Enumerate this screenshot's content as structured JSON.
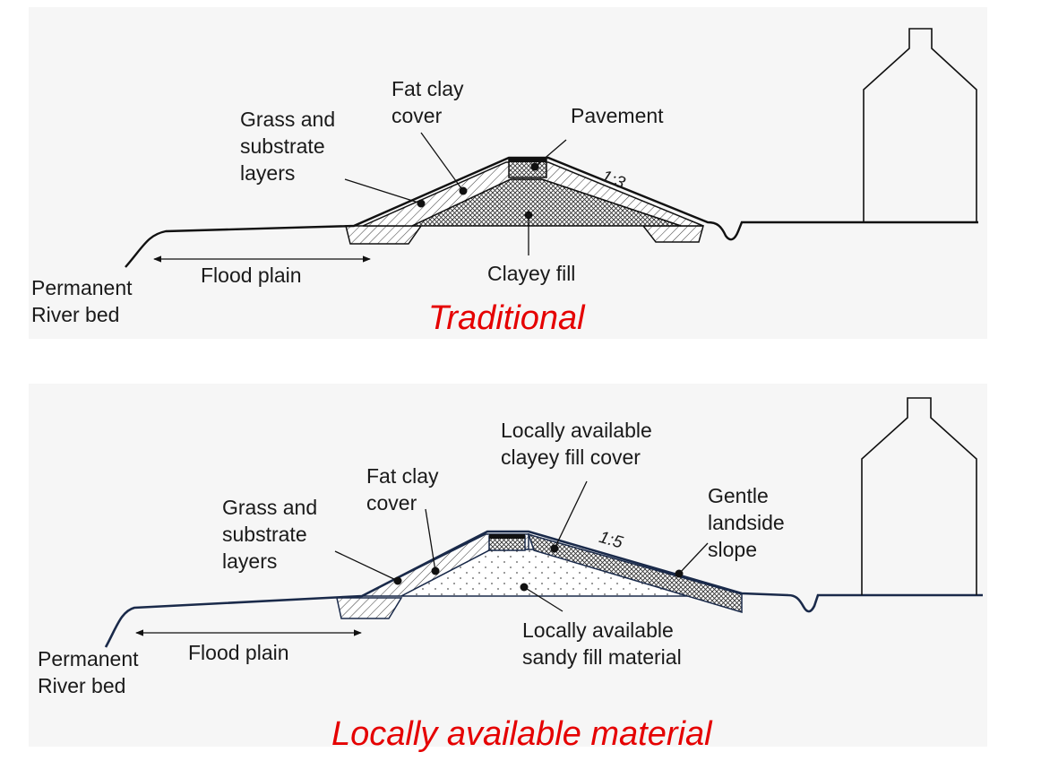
{
  "colors": {
    "caption": "#e50000",
    "outline": "#111111",
    "outline_navy": "#1a2a4a",
    "background": "#f6f6f6"
  },
  "traditional": {
    "caption": "Traditional",
    "labels": {
      "grass": "Grass and\nsubstrate\nlayers",
      "fat_clay": "Fat clay\ncover",
      "pavement": "Pavement",
      "slope_ratio": "1:3",
      "clayey_fill": "Clayey fill",
      "flood_plain": "Flood plain",
      "river_bed": "Permanent\nRiver bed"
    }
  },
  "local": {
    "caption": "Locally available material",
    "labels": {
      "grass": "Grass and\nsubstrate\nlayers",
      "fat_clay": "Fat clay\ncover",
      "clayey_cover": "Locally available\nclayey fill cover",
      "slope_ratio": "1:5",
      "gentle_slope": "Gentle\nlandside\nslope",
      "sandy_fill": "Locally available\nsandy fill material",
      "flood_plain": "Flood plain",
      "river_bed": "Permanent\nRiver bed"
    }
  }
}
